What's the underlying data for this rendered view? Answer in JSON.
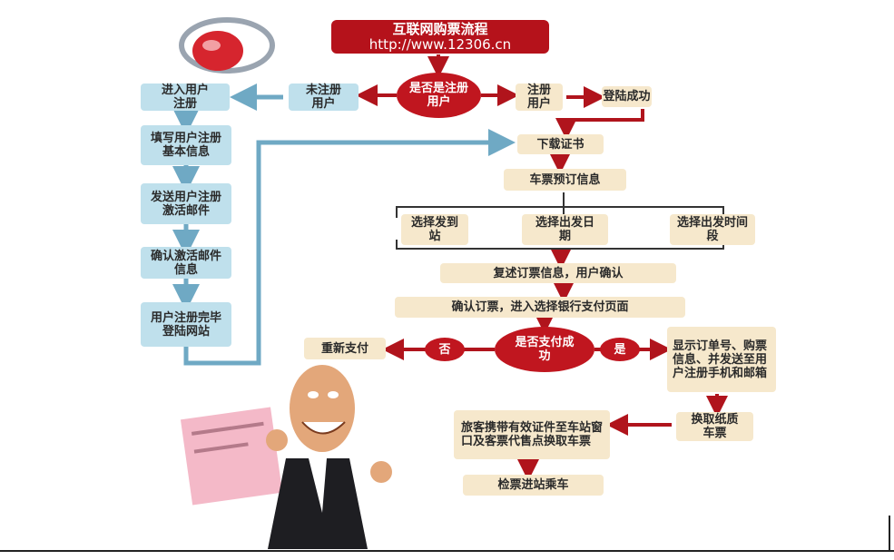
{
  "title": {
    "line1": "互联网购票流程",
    "line2": "http://www.12306.cn"
  },
  "decision_registered": "是否是注册用户",
  "unregistered": "未注册用户",
  "registered": "注册用户",
  "login_success": "登陆成功",
  "left_steps": [
    "进入用户注册",
    "填写用户注册基本信息",
    "发送用户注册激活邮件",
    "确认激活邮件信息",
    "用户注册完毕登陆网站"
  ],
  "download_cert": "下载证书",
  "ticket_booking": "车票预订信息",
  "choices": [
    "选择发到站",
    "选择出发日期",
    "选择出发时间段"
  ],
  "repeat_info": "复述订票信息，用户确认",
  "confirm_order": "确认订票，进入选择银行支付页面",
  "decision_payment": "是否支付成功",
  "no": "否",
  "yes": "是",
  "repay": "重新支付",
  "show_order": "显示订单号、购票信息、并发送至用户注册手机和邮箱",
  "exchange": "换取纸质车票",
  "passenger": "旅客携带有效证件至车站窗口及客票代售点换取车票",
  "board": "检票进站乘车",
  "colors": {
    "red": "#c0161f",
    "blue": "#6fa9c4",
    "light_blue": "#bfe0ec",
    "beige": "#f6e8cc"
  }
}
